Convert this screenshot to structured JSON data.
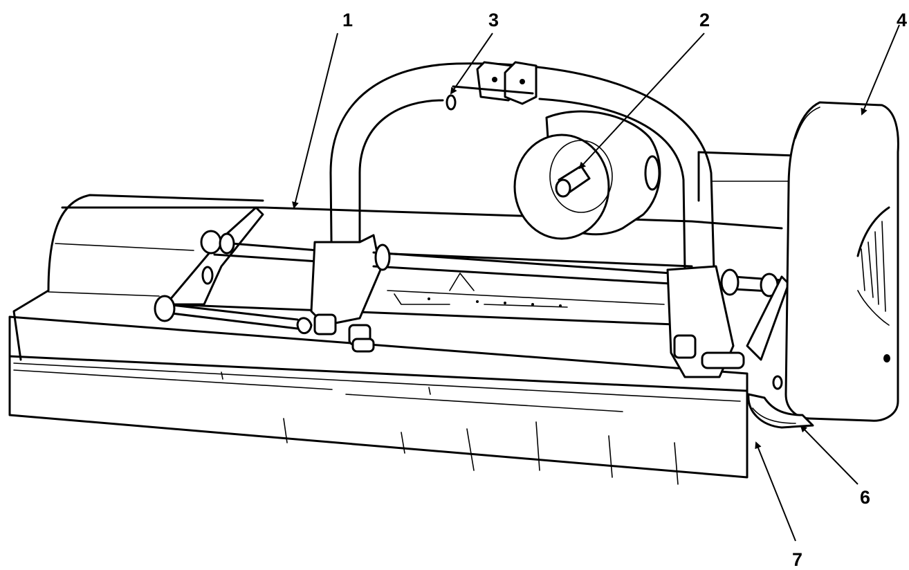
{
  "figure": {
    "title": "",
    "callouts": [
      {
        "id": "callout-1",
        "label": "1"
      },
      {
        "id": "callout-3",
        "label": "3"
      },
      {
        "id": "callout-2",
        "label": "2"
      },
      {
        "id": "callout-4",
        "label": "4"
      },
      {
        "id": "callout-6",
        "label": "6"
      },
      {
        "id": "callout-7",
        "label": "7"
      }
    ]
  }
}
